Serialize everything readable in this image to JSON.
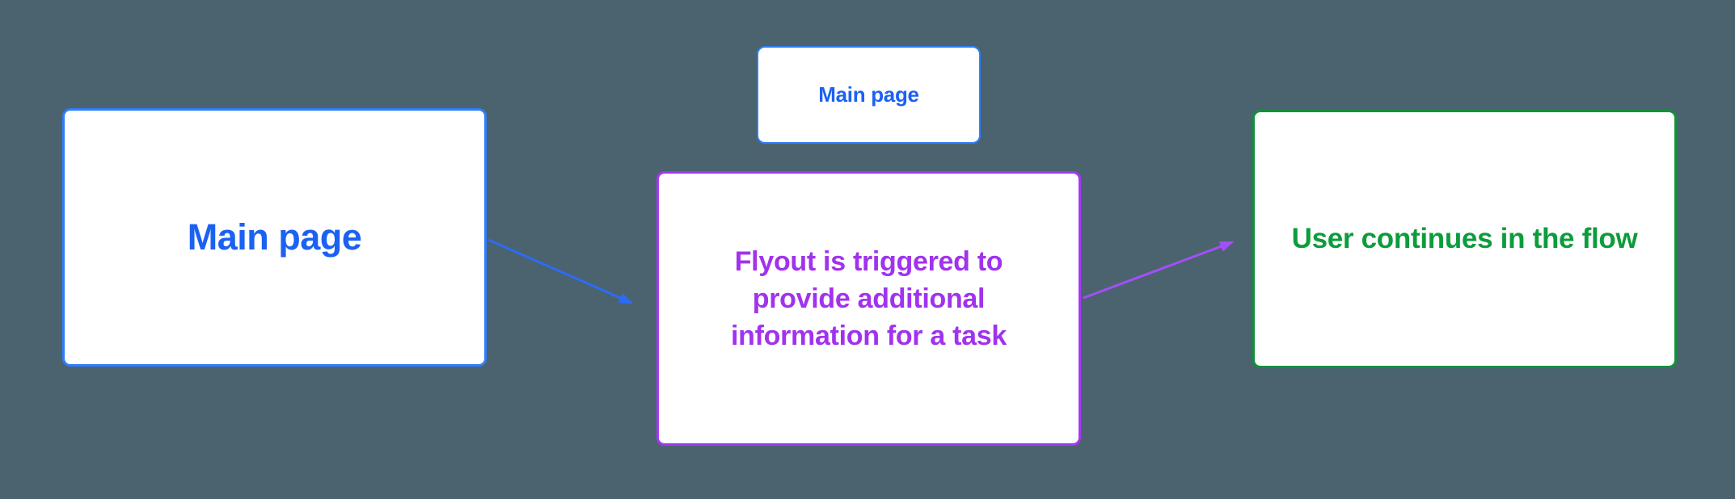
{
  "canvas": {
    "kind": "flow-diagram-canvas"
  },
  "diagram": {
    "nodes": [
      {
        "id": "main-page",
        "label": "Main page",
        "accent": "blue"
      },
      {
        "id": "main-page-small",
        "label": "Main page",
        "accent": "blue"
      },
      {
        "id": "flyout",
        "label": "Flyout is triggered to\nprovide additional\ninformation for a task",
        "accent": "purple"
      },
      {
        "id": "continue",
        "label": "User continues in the flow",
        "accent": "green"
      }
    ],
    "connectors": [
      {
        "id": "main-to-flyout",
        "from": "main-page",
        "to": "flyout",
        "accent": "blue"
      },
      {
        "id": "flyout-to-continue",
        "from": "flyout",
        "to": "continue",
        "accent": "purple"
      }
    ]
  },
  "colors": {
    "canvas_bg": "#4a636e",
    "node_bg": "#ffffff",
    "blue_border": "#2f7dfd",
    "blue_text": "#1b61f2",
    "blue_arrow": "#2e6bf5",
    "purple_border": "#a438f2",
    "purple_text": "#a132ed",
    "purple_arrow": "#a44ef8",
    "green_border": "#11913c",
    "green_text": "#0d9c3c"
  }
}
